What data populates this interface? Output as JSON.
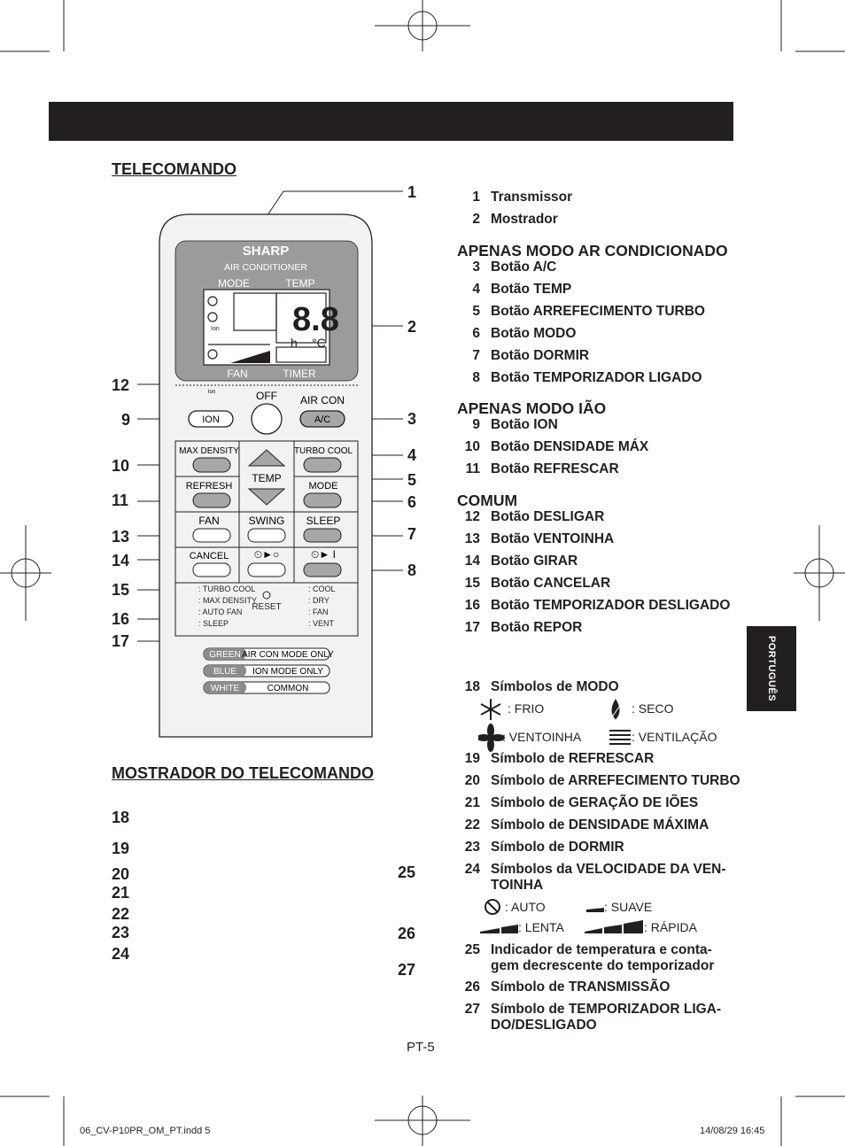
{
  "heading_remote": "TELECOMANDO",
  "heading_display": "MOSTRADOR DO TELECOMANDO",
  "side_tab": "PORTUGUÊS",
  "page_number": "PT-5",
  "footer": {
    "file": "06_CV-P10PR_OM_PT.indd   5",
    "date": "14/08/29   16:45"
  },
  "remote": {
    "brand": "SHARP",
    "product": "AIR CONDITIONER",
    "mode": "MODE",
    "temp": "TEMP",
    "fan": "FAN",
    "timer": "TIMER",
    "off": "OFF",
    "ion_label": "Ion",
    "aircon": "AIR CON",
    "ion_btn": "ION",
    "ac_btn": "A/C",
    "max_density": "MAX DENSITY",
    "turbo_cool": "TURBO COOL",
    "refresh": "REFRESH",
    "temp_btn": "TEMP",
    "mode_btn": "MODE",
    "fan_btn": "FAN",
    "swing": "SWING",
    "sleep": "SLEEP",
    "cancel": "CANCEL",
    "reset": "RESET",
    "legend_left": [
      ": TURBO COOL",
      ": MAX DENSITY",
      ": AUTO FAN",
      ": SLEEP"
    ],
    "legend_right": [
      ": COOL",
      ": DRY",
      ": FAN",
      ": VENT"
    ],
    "color_key": [
      {
        "color": "GREEN",
        "desc": "AIR CON MODE ONLY"
      },
      {
        "color": "BLUE",
        "desc": "ION MODE ONLY"
      },
      {
        "color": "WHITE",
        "desc": "COMMON"
      }
    ]
  },
  "callouts_remote": [
    "1",
    "2",
    "12",
    "9",
    "3",
    "4",
    "10",
    "5",
    "11",
    "6",
    "13",
    "7",
    "14",
    "8",
    "15",
    "16",
    "17"
  ],
  "callouts_display": [
    "18",
    "19",
    "20",
    "21",
    "22",
    "23",
    "24",
    "25",
    "26",
    "27"
  ],
  "items_a": [
    {
      "n": "1",
      "t": "Transmissor"
    },
    {
      "n": "2",
      "t": "Mostrador"
    }
  ],
  "group_aircon": "APENAS MODO AR CONDICIONADO",
  "items_b": [
    {
      "n": "3",
      "t": "Botão A/C"
    },
    {
      "n": "4",
      "t": "Botão TEMP"
    },
    {
      "n": "5",
      "t": "Botão ARREFECIMENTO TURBO"
    },
    {
      "n": "6",
      "t": "Botão MODO"
    },
    {
      "n": "7",
      "t": "Botão DORMIR"
    },
    {
      "n": "8",
      "t": "Botão TEMPORIZADOR LIGADO"
    }
  ],
  "group_ion": "APENAS MODO IÃO",
  "items_c": [
    {
      "n": "9",
      "t": "Botão ION"
    },
    {
      "n": "10",
      "t": "Botão DENSIDADE MÁX"
    },
    {
      "n": "11",
      "t": "Botão REFRESCAR"
    }
  ],
  "group_common": "COMUM",
  "items_d": [
    {
      "n": "12",
      "t": "Botão DESLIGAR"
    },
    {
      "n": "13",
      "t": "Botão VENTOINHA"
    },
    {
      "n": "14",
      "t": "Botão GIRAR"
    },
    {
      "n": "15",
      "t": "Botão CANCELAR"
    },
    {
      "n": "16",
      "t": "Botão TEMPORIZADOR DESLIGADO"
    },
    {
      "n": "17",
      "t": "Botão REPOR"
    }
  ],
  "item_18": {
    "n": "18",
    "t": "Símbolos de MODO"
  },
  "mode_symbols": [
    ": FRIO",
    ": SECO",
    ": VENTOINHA",
    ": VENTILAÇÃO"
  ],
  "items_e": [
    {
      "n": "19",
      "t": "Símbolo de REFRESCAR"
    },
    {
      "n": "20",
      "t": "Símbolo de ARREFECIMENTO TURBO"
    },
    {
      "n": "21",
      "t": "Símbolo de GERAÇÃO DE IÕES"
    },
    {
      "n": "22",
      "t": "Símbolo de DENSIDADE MÁXIMA"
    },
    {
      "n": "23",
      "t": "Símbolo de DORMIR"
    }
  ],
  "item_24": {
    "n": "24",
    "t1": "Símbolos da VELOCIDADE DA VEN-",
    "t2": "TOINHA"
  },
  "fan_symbols": [
    ": AUTO",
    ": SUAVE",
    ": LENTA",
    ": RÁPIDA"
  ],
  "item_25": {
    "n": "25",
    "t1": "Indicador de temperatura e conta-",
    "t2": "gem decrescente do temporizador"
  },
  "item_26": {
    "n": "26",
    "t": "Símbolo de TRANSMISSÃO"
  },
  "item_27": {
    "n": "27",
    "t1": "Símbolo de TEMPORIZADOR LIGA-",
    "t2": "DO/DESLIGADO"
  }
}
